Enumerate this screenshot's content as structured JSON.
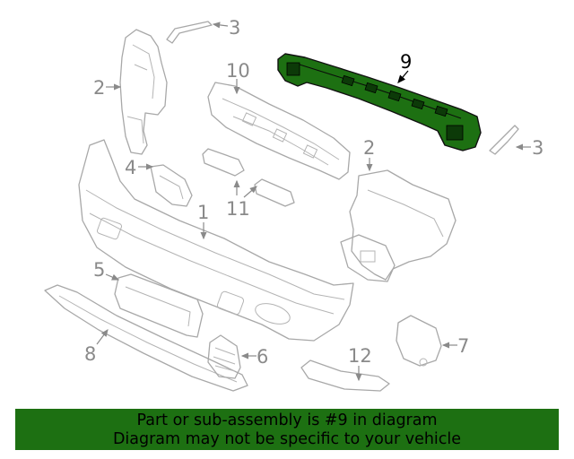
{
  "diagram": {
    "highlighted_part": "9",
    "highlight_color": "#1d7012",
    "callouts": {
      "part_1": "1",
      "part_2_left": "2",
      "part_2_right": "2",
      "part_3_left": "3",
      "part_3_right": "3",
      "part_4": "4",
      "part_5": "5",
      "part_6": "6",
      "part_7": "7",
      "part_8": "8",
      "part_9": "9",
      "part_10": "10",
      "part_11": "11",
      "part_12": "12"
    }
  },
  "banner": {
    "line1": "Part or sub-assembly is #9 in diagram",
    "line2": "Diagram may not be specific to your vehicle",
    "background": "#1d7012"
  }
}
